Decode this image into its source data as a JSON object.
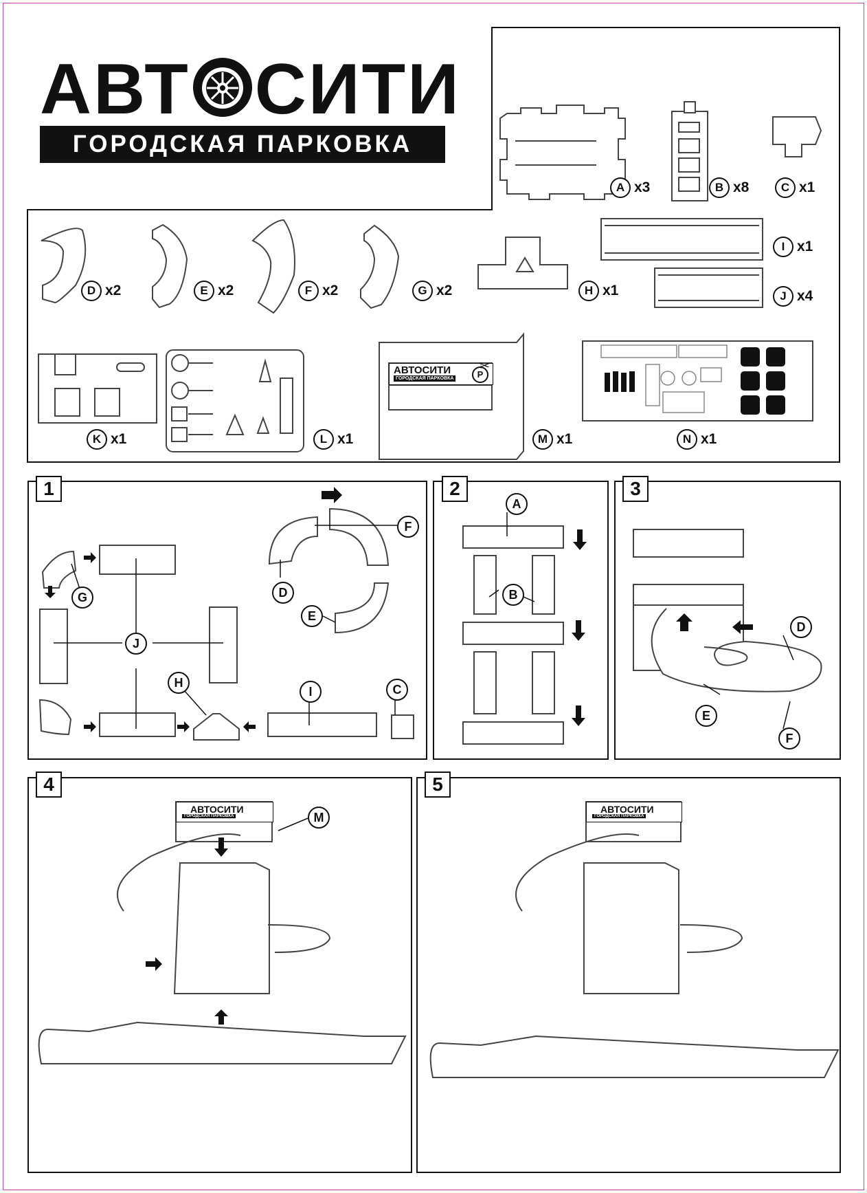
{
  "logo": {
    "title_left": "АВТ",
    "title_right": "СИТИ",
    "subtitle": "ГОРОДСКАЯ ПАРКОВКА"
  },
  "parts": [
    {
      "letter": "A",
      "qty": "x3"
    },
    {
      "letter": "B",
      "qty": "x8"
    },
    {
      "letter": "C",
      "qty": "x1"
    },
    {
      "letter": "D",
      "qty": "x2"
    },
    {
      "letter": "E",
      "qty": "x2"
    },
    {
      "letter": "F",
      "qty": "x2"
    },
    {
      "letter": "G",
      "qty": "x2"
    },
    {
      "letter": "H",
      "qty": "x1"
    },
    {
      "letter": "I",
      "qty": "x1"
    },
    {
      "letter": "J",
      "qty": "x4"
    },
    {
      "letter": "K",
      "qty": "x1"
    },
    {
      "letter": "L",
      "qty": "x1"
    },
    {
      "letter": "M",
      "qty": "x1"
    },
    {
      "letter": "N",
      "qty": "x1"
    }
  ],
  "sign": {
    "title": "АВТОСИТИ",
    "subtitle": "ГОРОДСКАЯ ПАРКОВКА",
    "badge": "P"
  },
  "steps": [
    {
      "number": "1",
      "callouts": [
        "F",
        "D",
        "E",
        "G",
        "J",
        "H",
        "I",
        "C"
      ]
    },
    {
      "number": "2",
      "callouts": [
        "A",
        "B"
      ]
    },
    {
      "number": "3",
      "callouts": [
        "D",
        "E",
        "F"
      ]
    },
    {
      "number": "4",
      "callouts": [
        "M"
      ]
    },
    {
      "number": "5",
      "callouts": []
    }
  ]
}
